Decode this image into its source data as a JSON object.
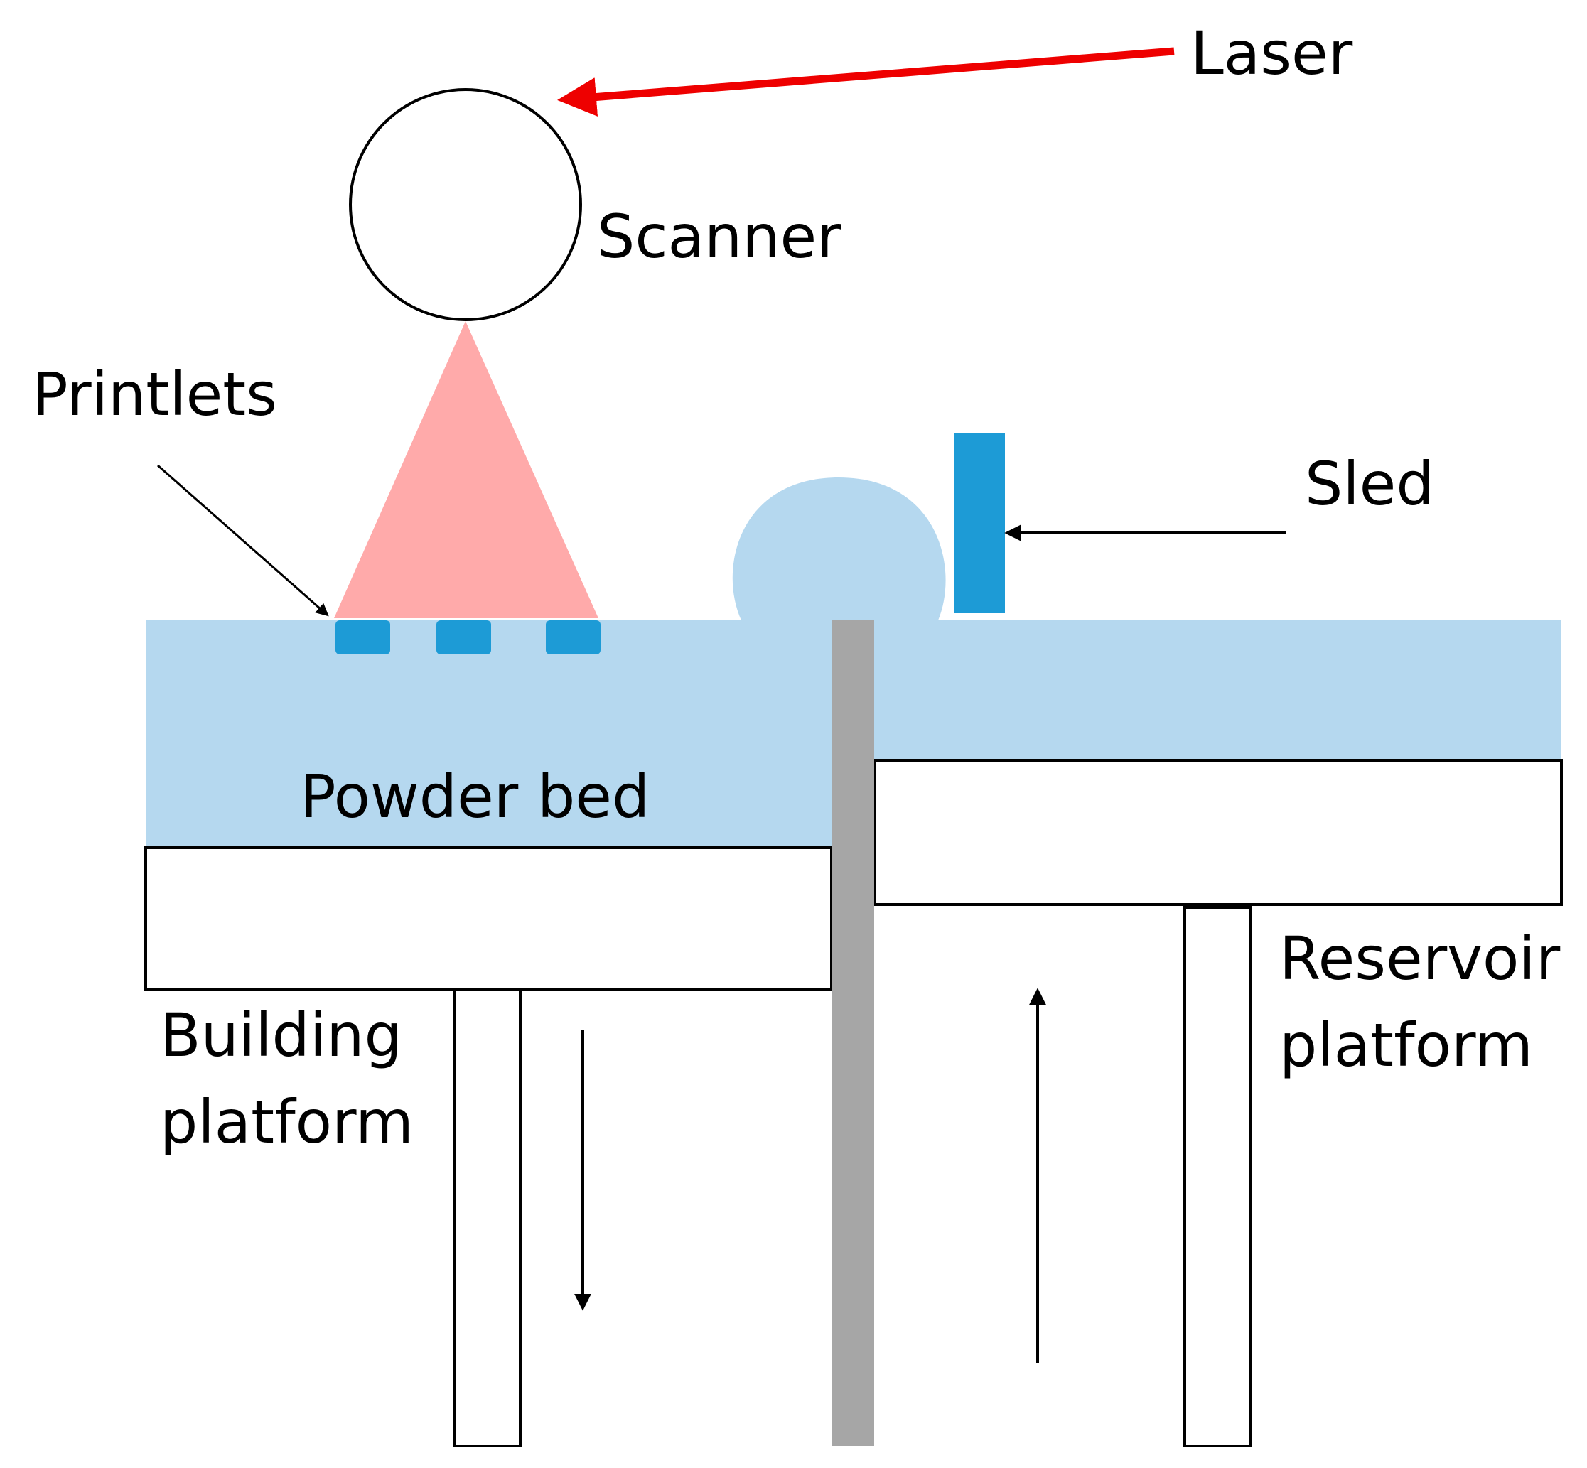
{
  "labels": {
    "laser": "Laser",
    "scanner": "Scanner",
    "printlets": "Printlets",
    "sled": "Sled",
    "powder_bed": "Powder bed",
    "building_platform_line1": "Building",
    "building_platform_line2": "platform",
    "reservoir_platform_line1": "Reservoir",
    "reservoir_platform_line2": "platform"
  },
  "colors": {
    "powder": "#b5d8ef",
    "printlet": "#1d9bd6",
    "sled": "#1d9bd6",
    "laser_beam": "#ffaaaa",
    "laser_arrow": "#ee0000",
    "wall": "#a6a6a6",
    "outline": "#000000"
  }
}
